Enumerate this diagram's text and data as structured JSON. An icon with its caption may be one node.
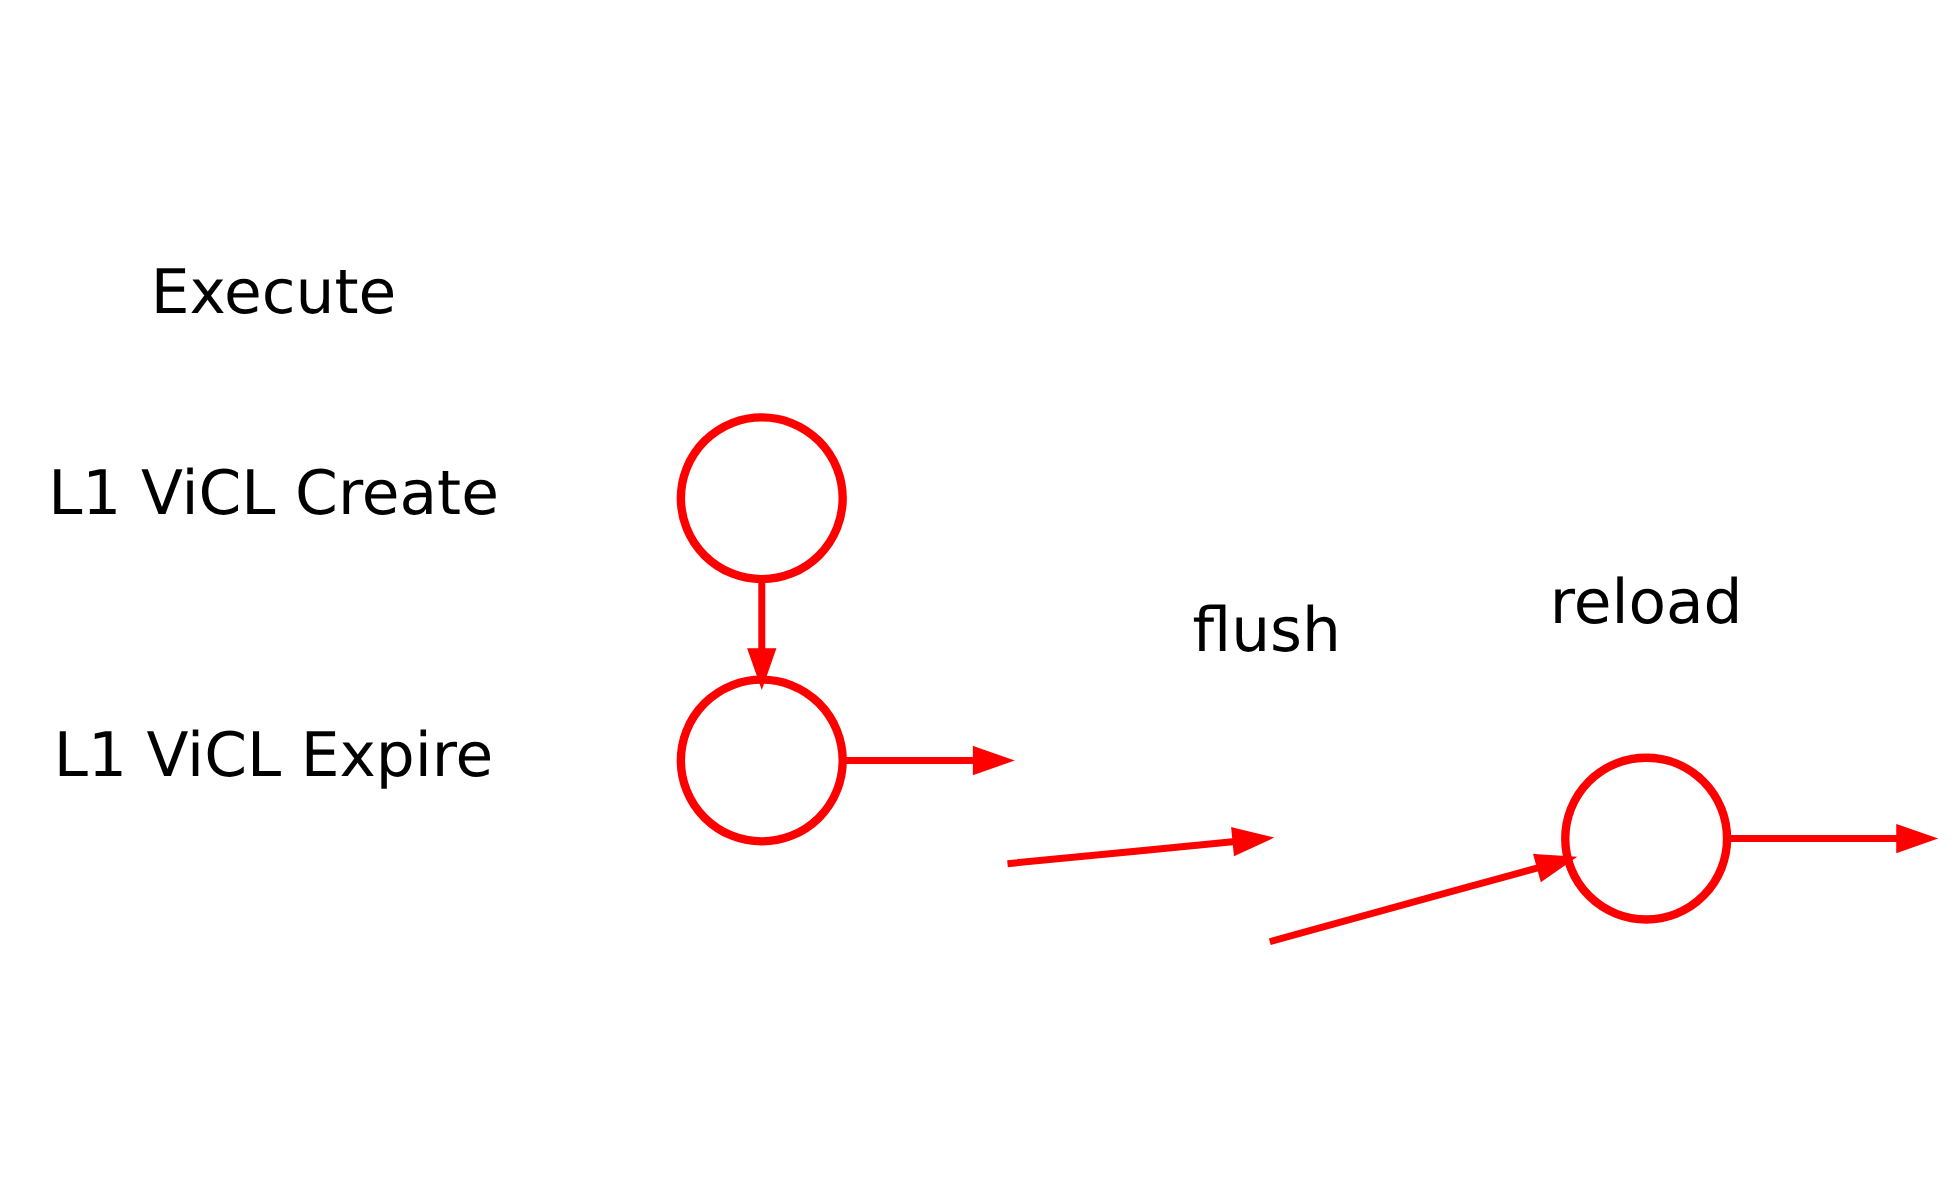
{
  "diagram": {
    "nodes": [
      {
        "text": [],
        "shape": "circle"
      },
      {
        "text": [],
        "shape": "circle"
      },
      {
        "text": [],
        "shape": "circle"
      }
    ],
    "edges": [
      {
        "from": 1,
        "to": 2,
        "arrow": "to"
      },
      {
        "from": 2,
        "to": null,
        "arrow": "to"
      },
      {
        "from": null,
        "to": 0,
        "arrow": "to"
      },
      {
        "from": 0,
        "to": null,
        "arrow": "to"
      }
    ],
    "labels": [
      "reload",
      "Execute",
      "flush",
      "L1 ViCL Create",
      "L1 ViCL Expire"
    ]
  }
}
